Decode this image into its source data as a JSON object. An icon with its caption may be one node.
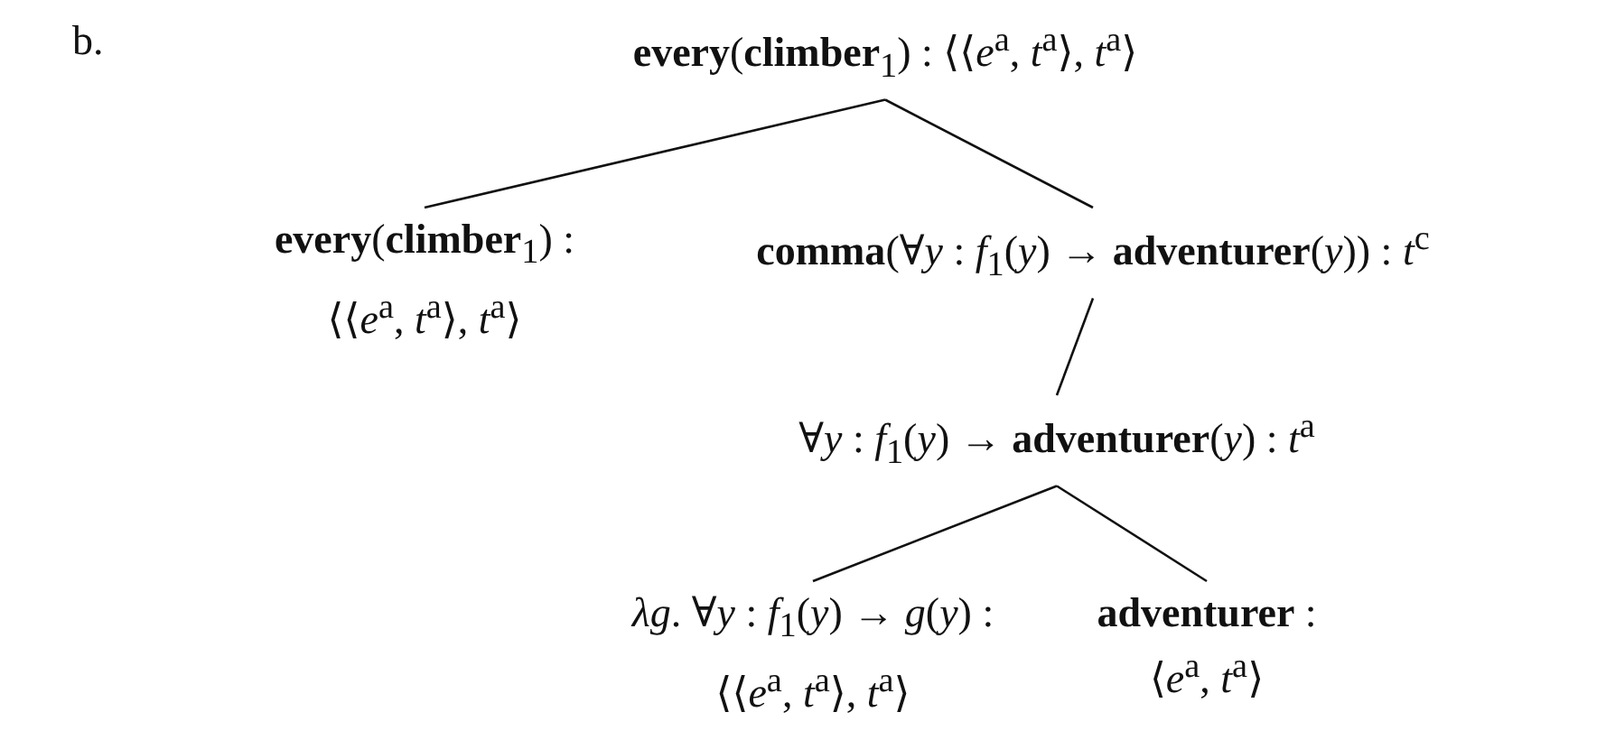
{
  "diagram": {
    "nodes": [
      {
        "text": [
          "**every**(**climber**$_{1}$) : ⟨⟨*e*$^{a}$, *t*$^{a}$⟩, *t*$^{a}$⟩"
        ]
      },
      {
        "text": [
          "**every**(**climber**$_{1}$) :",
          "⟨⟨*e*$^{a}$, *t*$^{a}$⟩, *t*$^{a}$⟩"
        ]
      },
      {
        "text": [
          "**comma**(∀*y* : *f*$_{1}$(*y*) → **adventurer**(*y*)) : *t*$^{c}$"
        ]
      },
      {
        "text": [
          "∀*y* : *f*$_{1}$(*y*) → **adventurer**(*y*) : *t*$^{a}$"
        ]
      },
      {
        "text": [
          "*λg*. ∀*y* : *f*$_{1}$(*y*) → *g*(*y*) :",
          "⟨⟨*e*$^{a}$, *t*$^{a}$⟩, *t*$^{a}$⟩"
        ]
      },
      {
        "text": [
          "**adventurer** :",
          "⟨*e*$^{a}$, *t*$^{a}$⟩"
        ]
      }
    ],
    "edges": [
      {
        "from": 0,
        "to": 1,
        "arrow": "none"
      },
      {
        "from": 0,
        "to": 2,
        "arrow": "none"
      },
      {
        "from": 2,
        "to": 3,
        "arrow": "none"
      },
      {
        "from": 3,
        "to": 4,
        "arrow": "none"
      },
      {
        "from": 3,
        "to": 5,
        "arrow": "none"
      }
    ],
    "labels": [
      "b."
    ]
  }
}
